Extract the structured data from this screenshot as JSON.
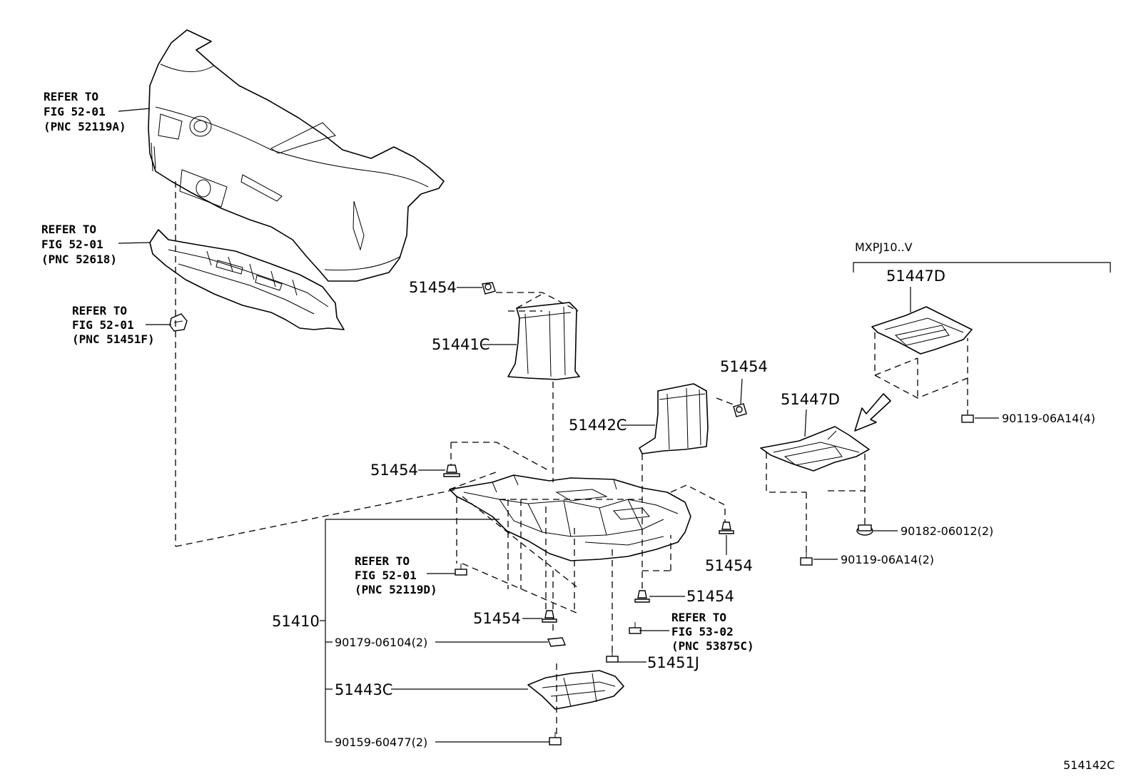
{
  "callouts": {
    "refer_bumper": [
      "REFER TO",
      "FIG 52-01",
      "(PNC 52119A)"
    ],
    "refer_absorber": [
      "REFER TO",
      "FIG 52-01",
      "(PNC 52618)"
    ],
    "refer_retainer": [
      "REFER TO",
      "FIG 52-01",
      "(PNC 51451F)"
    ],
    "refer_screw_d": [
      "REFER TO",
      "FIG 52-01",
      "(PNC 52119D)"
    ],
    "refer_screw_c": [
      "REFER TO",
      "FIG 53-02",
      "(PNC 53875C)"
    ]
  },
  "parts": {
    "clip_top": "51454",
    "shield_left": "51441C",
    "shield_right": "51442C",
    "clip_right_top": "51454",
    "clip_left_mid": "51454",
    "clip_right_mid": "51454",
    "clip_center_low": "51454",
    "clip_center": "51454",
    "bolt_main": "51451J",
    "under_cover": "51410",
    "nut_clip": "90179-06104(2)",
    "cover_lower": "51443C",
    "screw_bottom": "90159-60477(2)",
    "cover_rear_top": "51447D",
    "cover_rear_low": "51447D",
    "bolt_rear_4": "90119-06A14(4)",
    "nut_rear": "90182-06012(2)",
    "bolt_rear_2": "90119-06A14(2)"
  },
  "variant_label": "MXPJ10..V",
  "figure_code": "514142C"
}
